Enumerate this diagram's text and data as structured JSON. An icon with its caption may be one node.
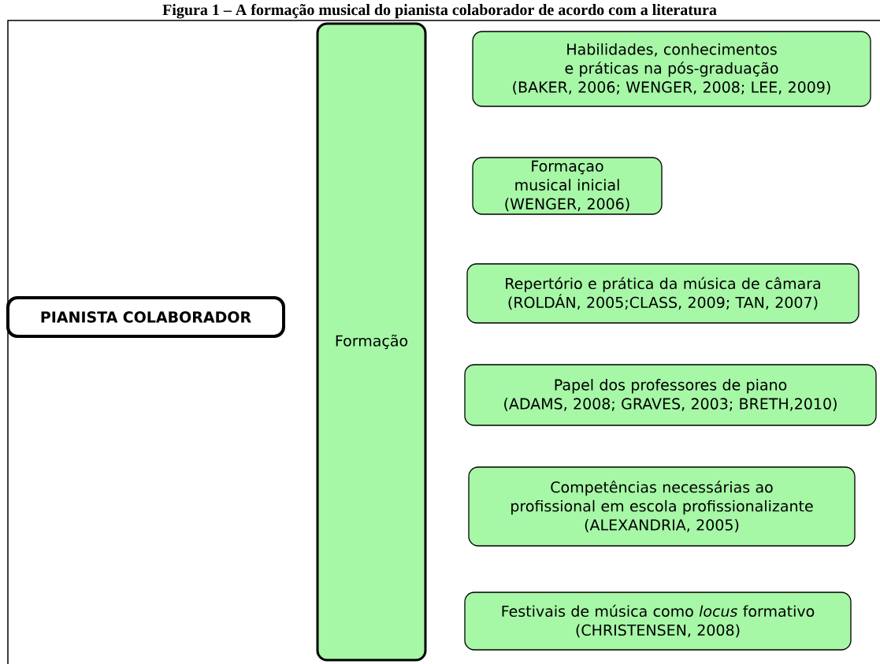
{
  "diagram": {
    "title": "Figura 1 – A formação musical do pianista colaborador de acordo com a literatura",
    "nodes": [
      {
        "text": [
          "PIANISTA COLABORADOR"
        ]
      },
      {
        "text": [
          "Formação"
        ]
      },
      {
        "text": [
          "Habilidades, conhecimentos e práticas na pós-graduação",
          "(BAKER, 2006; WENGER, 2008; LEE, 2009)"
        ]
      },
      {
        "text": [
          "Formaçao musical inicial",
          "(WENGER, 2006)"
        ]
      },
      {
        "text": [
          "Repertório e prática da música de câmara",
          "(ROLDÁN, 2005;CLASS, 2009; TAN, 2007)"
        ]
      },
      {
        "text": [
          "Papel dos professores de piano",
          "(ADAMS, 2008; GRAVES, 2003; BRETH,2010)"
        ]
      },
      {
        "text": [
          "Competências necessárias ao profissional em escola profissionalizante",
          "(ALEXANDRIA, 2005)"
        ]
      },
      {
        "text": [
          "Festivais de música como *locus* formativo",
          "(CHRISTENSEN, 2008)"
        ]
      }
    ]
  }
}
